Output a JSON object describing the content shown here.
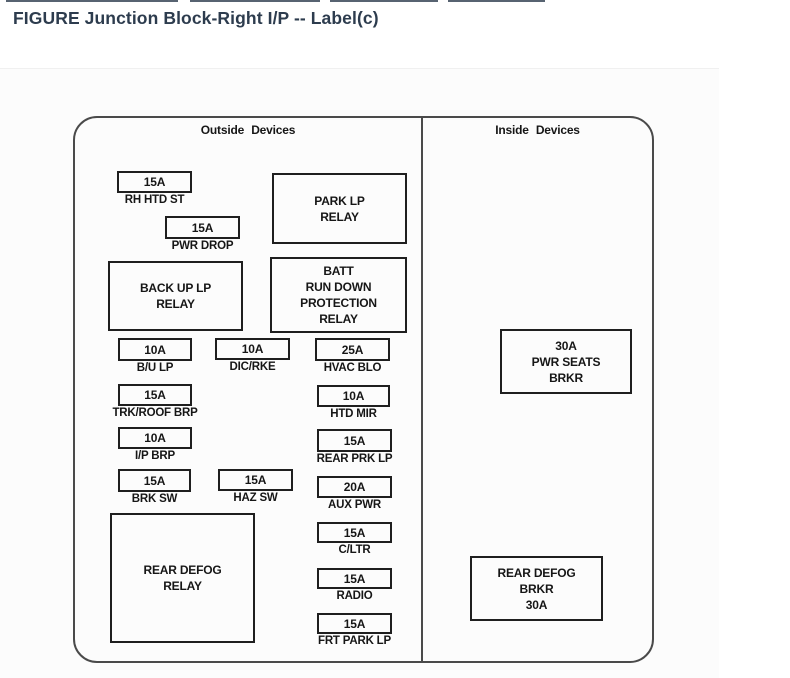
{
  "page": {
    "title": "FIGURE Junction Block-Right I/P -- Label(c)"
  },
  "colors": {
    "title_text": "#2d3c4e",
    "diagram_lines": "#1f1f1f",
    "content_background": "#fcfcfc"
  },
  "diagram": {
    "outside_header": "Outside Devices",
    "inside_header": "Inside Devices",
    "relays": [
      {
        "id": "park-lp-relay",
        "text": "PARK LP\nRELAY"
      },
      {
        "id": "batt-run-down-protection-relay",
        "text": "BATT\nRUN DOWN\nPROTECTION\nRELAY"
      },
      {
        "id": "back-up-lp-relay",
        "text": "BACK UP LP\nRELAY"
      },
      {
        "id": "rear-defog-relay",
        "text": "REAR DEFOG\nRELAY"
      },
      {
        "id": "pwr-seats-breaker",
        "text": "30A\nPWR SEATS\nBRKR"
      },
      {
        "id": "rear-defog-breaker",
        "text": "REAR DEFOG\nBRKR\n30A"
      }
    ],
    "fuses": [
      {
        "amp": "15A",
        "label": "RH HTD ST"
      },
      {
        "amp": "15A",
        "label": "PWR DROP"
      },
      {
        "amp": "10A",
        "label": "B/U LP"
      },
      {
        "amp": "10A",
        "label": "DIC/RKE"
      },
      {
        "amp": "25A",
        "label": "HVAC BLO"
      },
      {
        "amp": "15A",
        "label": "TRK/ROOF BRP"
      },
      {
        "amp": "10A",
        "label": "HTD MIR"
      },
      {
        "amp": "10A",
        "label": "I/P BRP"
      },
      {
        "amp": "15A",
        "label": "REAR PRK LP"
      },
      {
        "amp": "15A",
        "label": "BRK SW"
      },
      {
        "amp": "15A",
        "label": "HAZ SW"
      },
      {
        "amp": "20A",
        "label": "AUX PWR"
      },
      {
        "amp": "15A",
        "label": "C/LTR"
      },
      {
        "amp": "15A",
        "label": "RADIO"
      },
      {
        "amp": "15A",
        "label": "FRT PARK LP"
      }
    ]
  }
}
